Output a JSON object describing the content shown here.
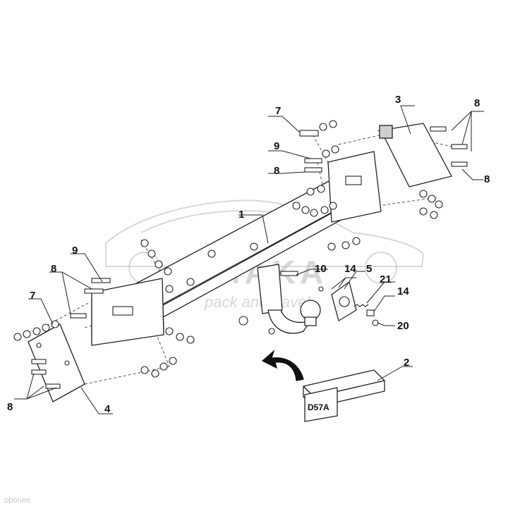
{
  "callouts": {
    "c1": "1",
    "c2": "2",
    "c3": "3",
    "c4": "4",
    "c5": "5",
    "c7a": "7",
    "c7b": "7",
    "c8a": "8",
    "c8b": "8",
    "c8c": "8",
    "c8d": "8",
    "c8e": "8",
    "c9a": "9",
    "c9b": "9",
    "c10": "10",
    "c14a": "14",
    "c14b": "14",
    "c20": "20",
    "c21": "21"
  },
  "kit_box_label": "D57A",
  "watermark": {
    "brand": "AHAKA",
    "tagline": "pack and travel"
  },
  "footer": "oponeo",
  "colors": {
    "line": "#222222",
    "watermark": "#b9b9b9",
    "box_fill": "#ffffff"
  },
  "icons": {
    "arrow": "assembly-arrow-icon",
    "ball": "tow-ball-icon"
  }
}
